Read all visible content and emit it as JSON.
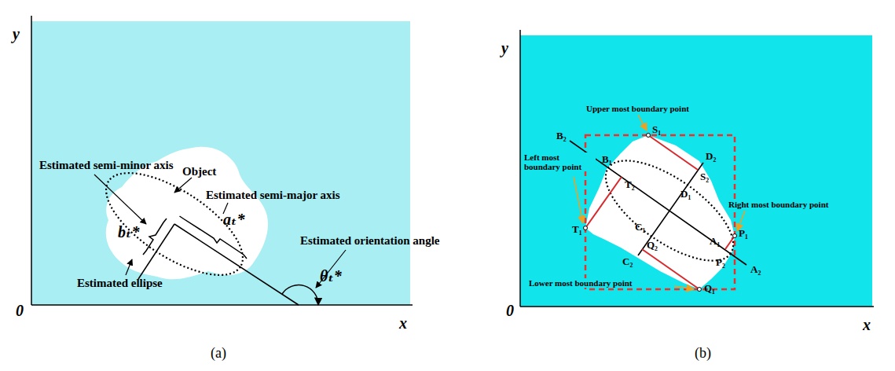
{
  "diagram": {
    "labels": [
      "y",
      "0",
      "x",
      "Estimated semi-minor axis",
      "Object",
      "Estimated semi-major axis",
      "bₜ*",
      "aₜ*",
      "Estimated orientation angle",
      "Estimated ellipse",
      "θₜ*",
      "(a)",
      "y",
      "0",
      "x",
      "Upper most boundary point",
      "Left most boundary point",
      "Right most boundary point",
      "Lower most boundary point",
      "B₂",
      "B₁",
      "T₂",
      "T₁",
      "S₁",
      "D₂",
      "D₁",
      "S₂",
      "C₁",
      "Q₂",
      "C₂",
      "A₁",
      "P₁",
      "P₂",
      "A₂",
      "Q₁",
      "(b)"
    ]
  }
}
